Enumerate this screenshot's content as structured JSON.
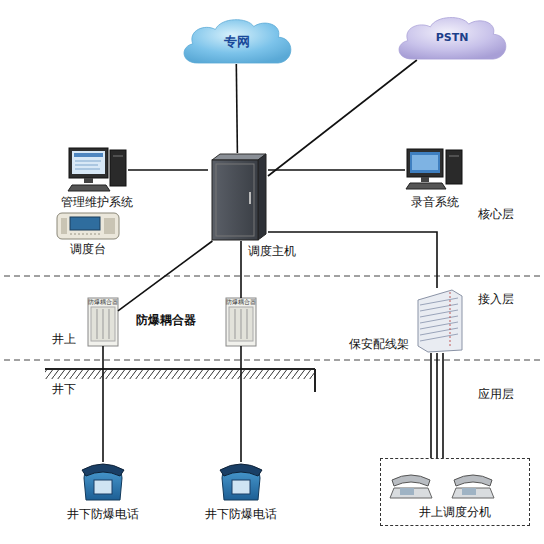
{
  "diagram": {
    "nodes": [
      {
        "text": [
          "专网"
        ]
      },
      {
        "text": [
          "PSTN"
        ]
      },
      {
        "text": [
          "管理维护系统"
        ]
      },
      {
        "text": [
          "录音系统"
        ]
      },
      {
        "text": [
          "调度台"
        ]
      },
      {
        "text": [
          "调度主机"
        ]
      },
      {
        "text": [
          "防爆耦合器"
        ]
      },
      {
        "text": [
          "防爆耦合器"
        ]
      },
      {
        "text": [
          "保安配线架"
        ]
      },
      {
        "text": [
          "井下防爆电话"
        ]
      },
      {
        "text": [
          "井下防爆电话"
        ]
      },
      {
        "text": [
          "井上调度分机"
        ]
      }
    ],
    "edges": [
      {
        "from": 5,
        "to": 0,
        "arrow": "none"
      },
      {
        "from": 5,
        "to": 1,
        "arrow": "none"
      },
      {
        "from": 5,
        "to": 2,
        "arrow": "none"
      },
      {
        "from": 5,
        "to": 3,
        "arrow": "none"
      },
      {
        "from": 5,
        "to": 6,
        "arrow": "none"
      },
      {
        "from": 5,
        "to": 7,
        "arrow": "none"
      },
      {
        "from": 5,
        "to": 8,
        "arrow": "none"
      },
      {
        "from": 6,
        "to": 9,
        "arrow": "none"
      },
      {
        "from": 7,
        "to": 10,
        "arrow": "none"
      },
      {
        "from": 8,
        "to": 11,
        "arrow": "none"
      }
    ],
    "labels": [
      "核心层",
      "接入层",
      "应用层",
      "井上",
      "井下",
      "防爆耦合器"
    ]
  }
}
